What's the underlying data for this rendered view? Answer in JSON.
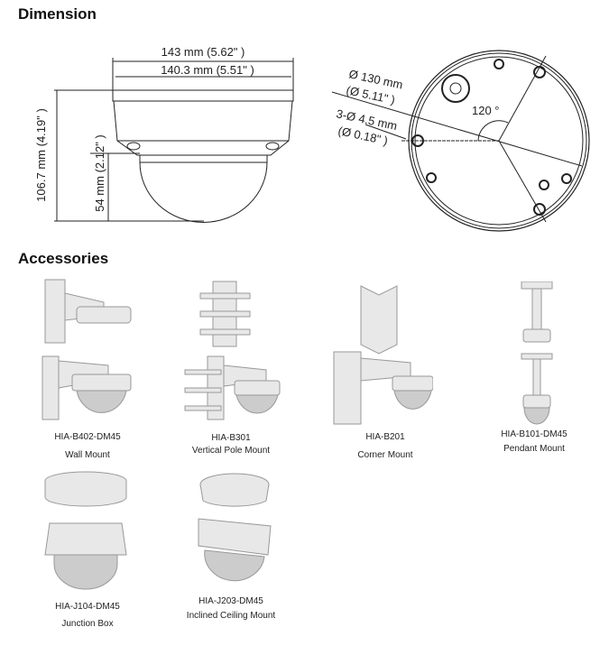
{
  "dimension": {
    "title": "Dimension",
    "width_outer": "143 mm (5.62\" )",
    "width_inner": "140.3 mm (5.51\" )",
    "height_total": "106.7 mm (4.19\" )",
    "height_dome": "54 mm (2.12\" )",
    "diameter_line1": "Ø 130 mm",
    "diameter_line2": "(Ø 5.11\" )",
    "holes_line1": "3-Ø 4.5 mm",
    "holes_line2": "(Ø 0.18\" )",
    "angle": "120 °"
  },
  "accessories": {
    "title": "Accessories",
    "items": [
      {
        "model": "HIA-B402-DM45",
        "name": "Wall Mount"
      },
      {
        "model": "HIA-B301",
        "name": "Vertical Pole Mount"
      },
      {
        "model": "HIA-B201",
        "name": "Corner Mount"
      },
      {
        "model": "HIA-B101-DM45",
        "name": "Pendant Mount"
      },
      {
        "model": "HIA-J104-DM45",
        "name": "Junction Box"
      },
      {
        "model": "HIA-J203-DM45",
        "name": "Inclined Ceiling Mount"
      }
    ]
  }
}
